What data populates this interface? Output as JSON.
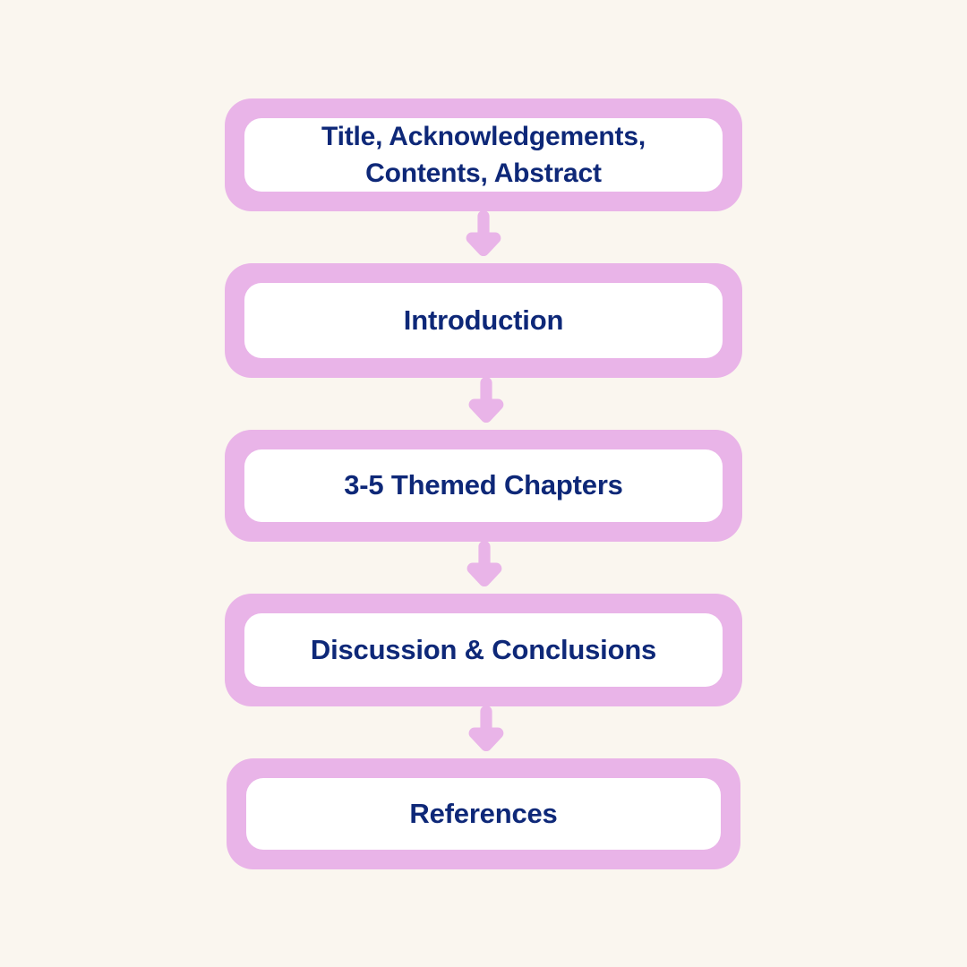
{
  "diagram": {
    "type": "vertical-flowchart",
    "title": "",
    "orientation": "top-to-bottom",
    "colors": {
      "background": "#faf6ef",
      "node_border": "#e9b4e8",
      "node_fill": "#ffffff",
      "text": "#0e2878",
      "arrow": "#e9b4e8"
    },
    "nodes": [
      {
        "id": "front-matter",
        "label": "Title, Acknowledgements,\nContents, Abstract"
      },
      {
        "id": "introduction",
        "label": "Introduction"
      },
      {
        "id": "themed-chapters",
        "label": "3-5 Themed Chapters"
      },
      {
        "id": "discussion-conclusions",
        "label": "Discussion & Conclusions"
      },
      {
        "id": "references",
        "label": "References"
      }
    ],
    "connectors": [
      {
        "id": "arrow-1",
        "from": "front-matter",
        "to": "introduction",
        "icon": "arrow-down-icon"
      },
      {
        "id": "arrow-2",
        "from": "introduction",
        "to": "themed-chapters",
        "icon": "arrow-down-icon"
      },
      {
        "id": "arrow-3",
        "from": "themed-chapters",
        "to": "discussion-conclusions",
        "icon": "arrow-down-icon"
      },
      {
        "id": "arrow-4",
        "from": "discussion-conclusions",
        "to": "references",
        "icon": "arrow-down-icon"
      }
    ]
  }
}
